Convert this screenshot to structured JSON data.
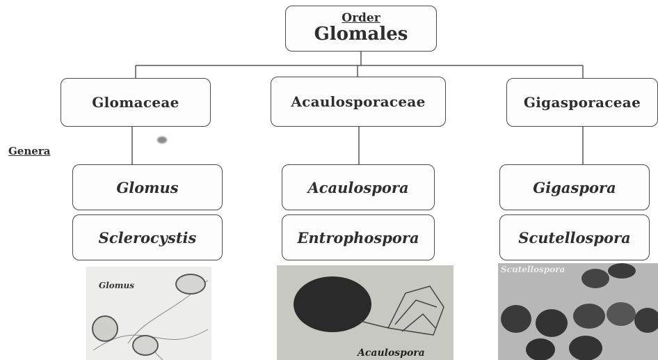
{
  "order": {
    "label": "Order",
    "name": "Glomales"
  },
  "genera_label": "Genera",
  "families": [
    {
      "name": "Glomaceae",
      "genera": [
        "Glomus",
        "Sclerocystis"
      ],
      "photo_label": "Glomus"
    },
    {
      "name": "Acaulosporaceae",
      "genera": [
        "Acaulospora",
        "Entrophospora"
      ],
      "photo_label": "Acaulospora"
    },
    {
      "name": "Gigasporaceae",
      "genera": [
        "Gigaspora",
        "Scutellospora"
      ],
      "photo_label": "Scutellospora"
    }
  ]
}
